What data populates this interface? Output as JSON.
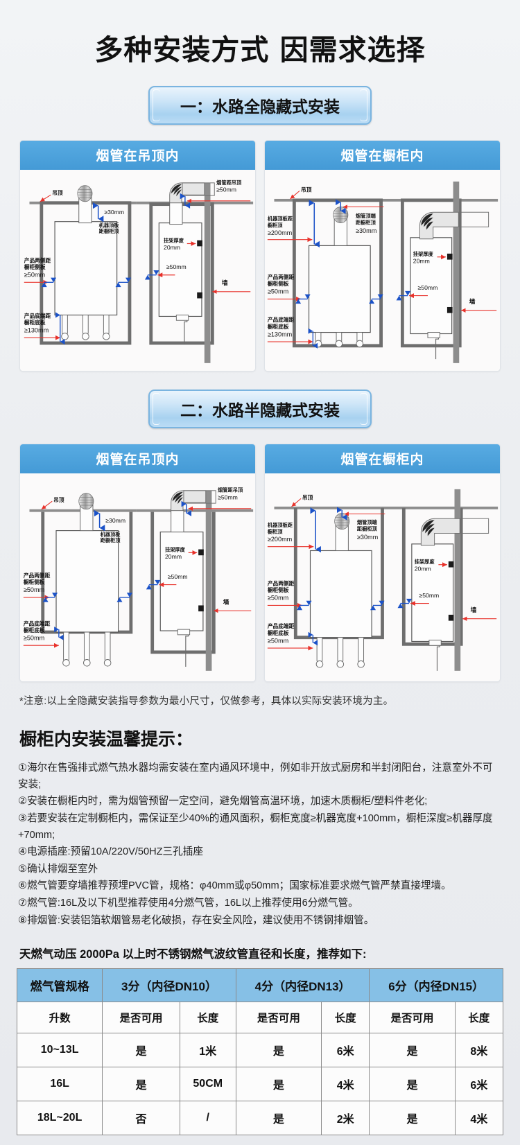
{
  "main_title": "多种安装方式 因需求选择",
  "sections": [
    {
      "pill_label": "一：水路全隐藏式安装",
      "cards": [
        {
          "head": "烟管在吊顶内",
          "labels": {
            "ceiling": "吊顶",
            "top_gap": "≥30mm",
            "machine_top": "机器顶板\n距橱柜顶",
            "side_title": "产品两侧距\n橱柜侧板",
            "side_value": "≥50mm",
            "bottom_title": "产品底端距\n橱柜底板",
            "bottom_value": "≥130mm",
            "flue_to_ceiling": "烟管距吊顶\n≥50mm",
            "bracket": "挂架厚度\n20mm",
            "right_side_value": "≥50mm",
            "wall": "墙"
          }
        },
        {
          "head": "烟管在橱柜内",
          "labels": {
            "ceiling": "吊顶",
            "machine_top_title": "机器顶板距\n橱柜顶",
            "machine_top_value": "≥200mm",
            "flue_top_title": "烟管顶端\n距橱柜顶",
            "flue_top_value": "≥30mm",
            "side_title": "产品两侧距\n橱柜侧板",
            "side_value": "≥50mm",
            "bottom_title": "产品底端距\n橱柜底板",
            "bottom_value": "≥130mm",
            "bracket": "挂架厚度\n20mm",
            "right_side_value": "≥50mm",
            "wall": "墙"
          }
        }
      ]
    },
    {
      "pill_label": "二：水路半隐藏式安装",
      "cards": [
        {
          "head": "烟管在吊顶内",
          "labels": {
            "ceiling": "吊顶",
            "top_gap": "≥30mm",
            "machine_top": "机器顶板\n距橱柜顶",
            "side_title": "产品两侧距\n橱柜侧板",
            "side_value": "≥50mm",
            "bottom_title": "产品底端距\n橱柜底板",
            "bottom_value": "≥50mm",
            "flue_to_ceiling": "烟管距吊顶\n≥50mm",
            "bracket": "挂架厚度\n20mm",
            "right_side_value": "≥50mm",
            "wall": "墙"
          }
        },
        {
          "head": "烟管在橱柜内",
          "labels": {
            "ceiling": "吊顶",
            "machine_top_title": "机器顶板距\n橱柜顶",
            "machine_top_value": "≥200mm",
            "flue_top_title": "烟管顶端\n距橱柜顶",
            "flue_top_value": "≥30mm",
            "side_title": "产品两侧距\n橱柜侧板",
            "side_value": "≥50mm",
            "bottom_title": "产品底端距\n橱柜底板",
            "bottom_value": "≥50mm",
            "bracket": "挂架厚度\n20mm",
            "right_side_value": "≥50mm",
            "wall": "墙"
          }
        }
      ]
    }
  ],
  "footnote": "*注意:以上全隐藏安装指导参数为最小尺寸，仅做参考，具体以实际安装环境为主。",
  "tips": {
    "title": "橱柜内安装温馨提示：",
    "items": [
      "①海尔在售强排式燃气热水器均需安装在室内通风环境中，例如非开放式厨房和半封闭阳台，注意室外不可安装;",
      "②安装在橱柜内时，需为烟管预留一定空间，避免烟管高温环境，加速木质橱柜/塑料件老化;",
      "③若要安装在定制橱柜内，需保证至少40%的通风面积，橱柜宽度≥机器宽度+100mm，橱柜深度≥机器厚度+70mm;",
      "④电源插座:预留10A/220V/50HZ三孔插座",
      "⑤确认排烟至室外",
      "⑥燃气管要穿墙推荐预埋PVC管，规格：φ40mm或φ50mm；国家标准要求燃气管严禁直接埋墙。",
      "⑦燃气管:16L及以下机型推荐使用4分燃气管，16L以上推荐使用6分燃气管。",
      "⑧排烟管:安装铝箔软烟管易老化破损，存在安全风险，建议使用不锈钢排烟管。"
    ]
  },
  "table": {
    "title": "天燃气动压 2000Pa 以上时不锈钢燃气波纹管直径和长度，推荐如下:",
    "group_headers": [
      "燃气管规格",
      "3分（内径DN10）",
      "4分（内径DN13）",
      "6分（内径DN15）"
    ],
    "sub_headers": [
      "升数",
      "是否可用",
      "长度",
      "是否可用",
      "长度",
      "是否可用",
      "长度"
    ],
    "rows": [
      [
        "10~13L",
        "是",
        "1米",
        "是",
        "6米",
        "是",
        "8米"
      ],
      [
        "16L",
        "是",
        "50CM",
        "是",
        "4米",
        "是",
        "6米"
      ],
      [
        "18L~20L",
        "否",
        "/",
        "是",
        "2米",
        "是",
        "4米"
      ]
    ]
  },
  "colors": {
    "header_blue": "#4a9fdc",
    "table_header_blue": "#86c0e6",
    "arrow_red": "#e8312a",
    "dim_blue": "#1b52c8"
  }
}
